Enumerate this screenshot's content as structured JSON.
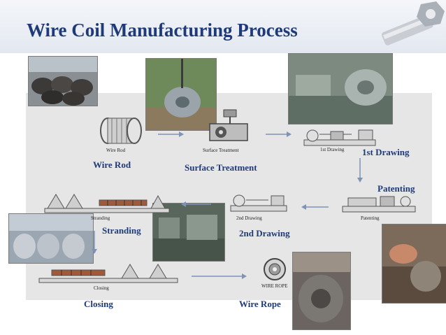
{
  "title": "Wire Coil Manufacturing Process",
  "steps": [
    {
      "label": "Wire Rod",
      "caption": "Wire Rod"
    },
    {
      "label": "Surface Treatment",
      "caption": "Surface Treatment"
    },
    {
      "label": "1st Drawing",
      "caption": "1st Drawing"
    },
    {
      "label": "Patenting",
      "caption": "Patenting"
    },
    {
      "label": "2nd Drawing",
      "caption": "2nd Drawing"
    },
    {
      "label": "Stranding",
      "caption": "Stranding"
    },
    {
      "label": "Closing",
      "caption": "Closing"
    },
    {
      "label": "Wire Rope",
      "caption": "WIRE ROPE"
    }
  ],
  "colors": {
    "title": "#1f3a78",
    "label": "#1f3a78",
    "panel": "#e6e6e6",
    "arrow": "#7f93b5"
  }
}
